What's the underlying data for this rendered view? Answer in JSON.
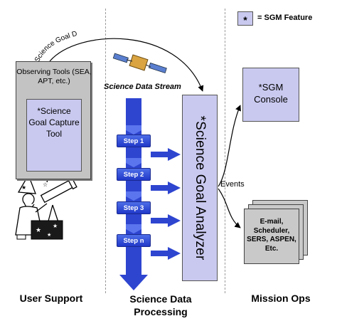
{
  "legend": {
    "symbol": "*",
    "text": "= SGM Feature"
  },
  "arrow_labels": {
    "descriptions": "Science Goal Descriptions",
    "stream": "Science Data Stream",
    "events": "Events"
  },
  "observing_tools": {
    "title": "Observing Tools (SEA, APT, etc.)",
    "capture_tool": "*Science Goal Capture Tool"
  },
  "steps": [
    "Step 1",
    "Step 2",
    "Step 3",
    "Step n"
  ],
  "analyzer": "*Science Goal Analyzer",
  "console": "*SGM Console",
  "mission_tools": "E-mail, Scheduler, SERS, ASPEN, Etc.",
  "columns": {
    "user_support": "User Support",
    "science_data_processing": "Science Data Processing",
    "mission_ops": "Mission Ops"
  },
  "colors": {
    "sgm_feature": "#c9c9f0",
    "step_blue": "#2f4fd8",
    "flow_arrow": "#2e45d0",
    "tool_gray": "#c3c3c3"
  },
  "icons": [
    "satellite-icon",
    "astronomer-telescope-icon"
  ]
}
